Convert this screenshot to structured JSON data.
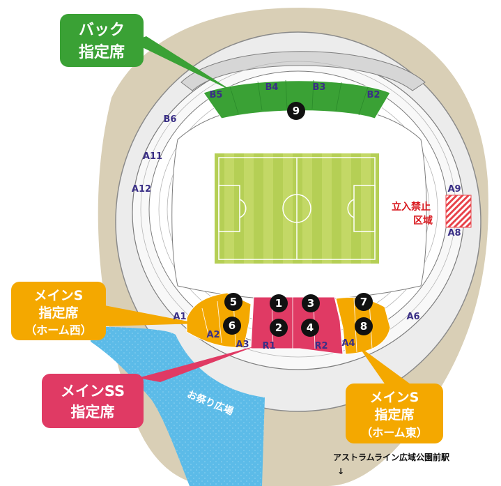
{
  "callouts": {
    "back": {
      "line1": "バック",
      "line2": "指定席",
      "color": "#3aa135"
    },
    "main_s_west": {
      "line1": "メインS",
      "line2": "指定席",
      "line3": "（ホーム西）",
      "color": "#f4a800"
    },
    "main_ss": {
      "line1": "メインSS",
      "line2": "指定席",
      "color": "#e03a64"
    },
    "main_s_east": {
      "line1": "メインS",
      "line2": "指定席",
      "line3": "（ホーム東）",
      "color": "#f4a800"
    }
  },
  "sections": {
    "b5": "B5",
    "b4": "B4",
    "b3": "B3",
    "b2": "B2",
    "b6": "B6",
    "a11": "A11",
    "a12": "A12",
    "a9": "A9",
    "a8": "A8",
    "a1": "A1",
    "a2": "A2",
    "a3": "A3",
    "r1": "R1",
    "r2": "R2",
    "a4": "A4",
    "a6": "A6"
  },
  "numbers": {
    "n1": "1",
    "n2": "2",
    "n3": "3",
    "n4": "4",
    "n5": "5",
    "n6": "6",
    "n7": "7",
    "n8": "8",
    "n9": "9"
  },
  "restricted": {
    "line1": "立入禁止",
    "line2": "区域",
    "color": "#d9191f"
  },
  "plaza": "お祭り広場",
  "station": {
    "label": "アストラムライン広域公園前駅",
    "arrow": "↓"
  },
  "colors": {
    "pitch": "#b9d15a",
    "back_seats": "#3aa135",
    "main_s_seats": "#f4a800",
    "main_ss_seats": "#e03a64",
    "plaza": "#5cbbe8",
    "ground": "#d9cfb6",
    "stand": "#ffffff"
  }
}
